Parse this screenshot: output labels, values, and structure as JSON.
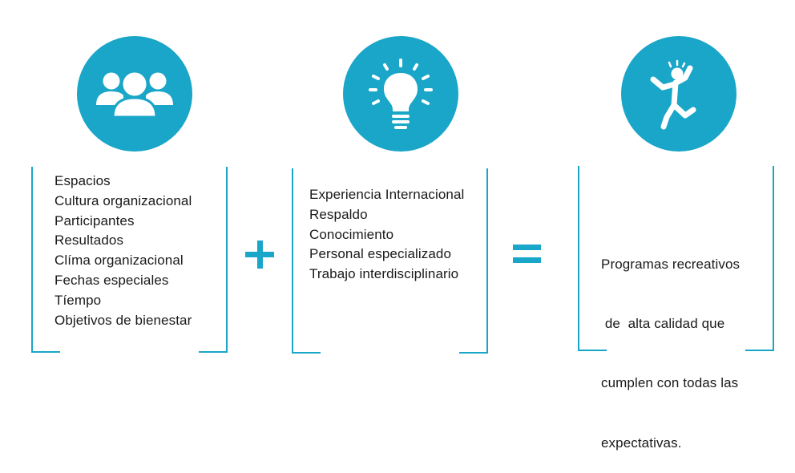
{
  "colors": {
    "accent": "#1aa6c8",
    "text": "#1a1a1a",
    "background": "#ffffff"
  },
  "icons": [
    "people-group-icon",
    "lightbulb-icon",
    "jumping-person-icon"
  ],
  "operators": [
    "plus",
    "equals"
  ],
  "columns": [
    {
      "icon": "people-group-icon",
      "items": [
        "Espacios",
        "Cultura organizacional",
        "Participantes",
        "Resultados",
        "Clíma organizacional",
        "Fechas especiales",
        "Tíempo",
        "Objetivos de bienestar"
      ]
    },
    {
      "icon": "lightbulb-icon",
      "items": [
        "Experiencia Internacional",
        "Respaldo",
        "Conocimiento",
        "Personal especializado",
        "Trabajo interdisciplinario"
      ]
    },
    {
      "icon": "jumping-person-icon",
      "items": [
        "Programas recreativos",
        " de  alta calidad que",
        "cumplen con todas las",
        "expectativas."
      ]
    }
  ]
}
